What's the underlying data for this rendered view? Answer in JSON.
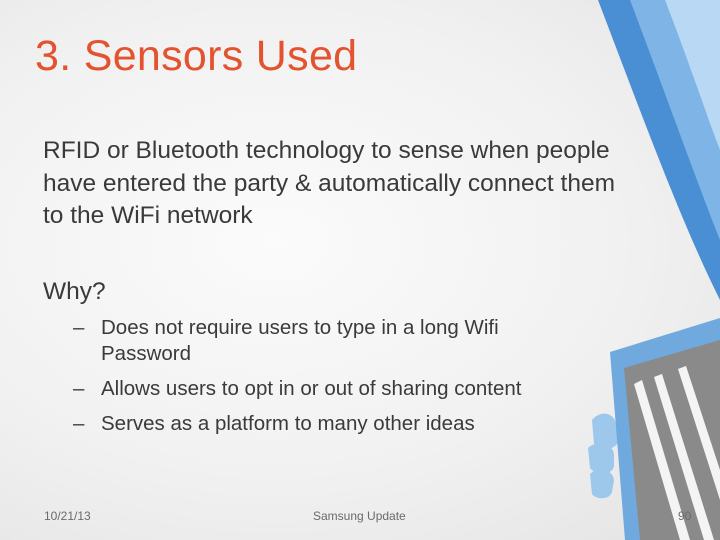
{
  "slide": {
    "title": "3. Sensors Used",
    "paragraph": "RFID or Bluetooth technology to sense when people have entered the party & automatically connect them to the WiFi network",
    "subheading": "Why?",
    "bullets": [
      "Does not require users to type in a long Wifi Password",
      "Allows users to opt in or out of sharing content",
      "Serves as a platform to many other ideas"
    ],
    "bullet_marker": "–"
  },
  "footer": {
    "date": "10/21/13",
    "center": "Samsung Update",
    "page_number": "90"
  },
  "colors": {
    "title": "#e4532f",
    "text": "#3a3a3a",
    "accent_blue": "#4a8fd3",
    "light_blue": "#9ec7ec",
    "device_gray": "#8e8e8e"
  }
}
